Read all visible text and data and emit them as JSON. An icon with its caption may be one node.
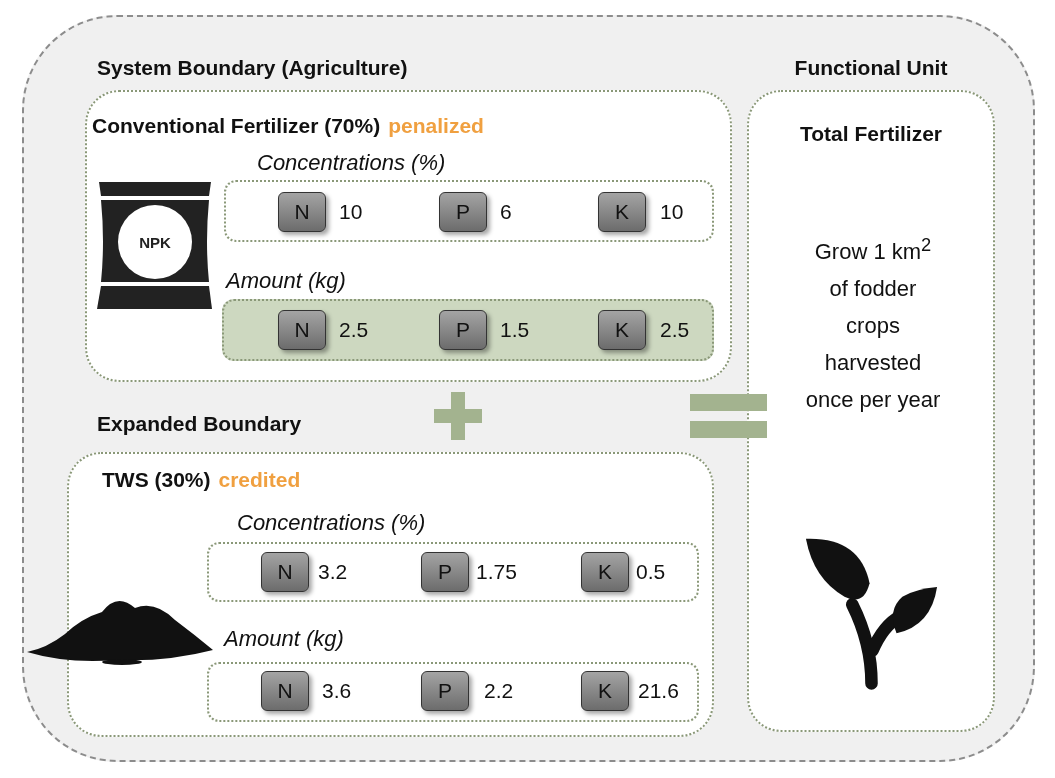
{
  "diagram": {
    "nodes": [
      {
        "text": [],
        "shape": "box"
      },
      {
        "text": [
          "System Boundary (Agriculture)",
          "Conventional Fertilizer (70%)",
          "penalized"
        ],
        "in": 0
      },
      {
        "text": [
          "Concentrations (%)"
        ],
        "in": 1
      },
      {
        "text": [
          "N"
        ],
        "in": 2,
        "beside": [
          "10"
        ]
      },
      {
        "text": [
          "P"
        ],
        "in": 2,
        "beside": [
          "6"
        ]
      },
      {
        "text": [
          "K"
        ],
        "in": 2,
        "beside": [
          "10"
        ]
      },
      {
        "text": [
          "Amount (kg)"
        ],
        "in": 1
      },
      {
        "text": [
          "N"
        ],
        "in": 6,
        "beside": [
          "2.5"
        ]
      },
      {
        "text": [
          "P"
        ],
        "in": 6,
        "beside": [
          "1.5"
        ]
      },
      {
        "text": [
          "K"
        ],
        "in": 6,
        "beside": [
          "2.5"
        ]
      },
      {
        "text": [
          "Expanded Boundary",
          "TWS (30%)",
          "credited"
        ],
        "in": 0
      },
      {
        "text": [
          "Concentrations (%)"
        ],
        "in": 10
      },
      {
        "text": [
          "N"
        ],
        "in": 11,
        "beside": [
          "3.2"
        ]
      },
      {
        "text": [
          "P"
        ],
        "in": 11,
        "beside": [
          "1.75"
        ]
      },
      {
        "text": [
          "K"
        ],
        "in": 11,
        "beside": [
          "0.5"
        ]
      },
      {
        "text": [
          "Amount (kg)"
        ],
        "in": 10
      },
      {
        "text": [
          "N"
        ],
        "in": 15,
        "beside": [
          "3.6"
        ]
      },
      {
        "text": [
          "P"
        ],
        "in": 15,
        "beside": [
          "2.2"
        ]
      },
      {
        "text": [
          "K"
        ],
        "in": 15,
        "beside": [
          "21.6"
        ]
      },
      {
        "text": [
          "Functional Unit",
          "Total Fertilizer",
          "Grow 1 km$^{2}$ of fodder crops harvested once per year"
        ],
        "in": 0
      }
    ],
    "labels": [
      "NPK"
    ]
  }
}
